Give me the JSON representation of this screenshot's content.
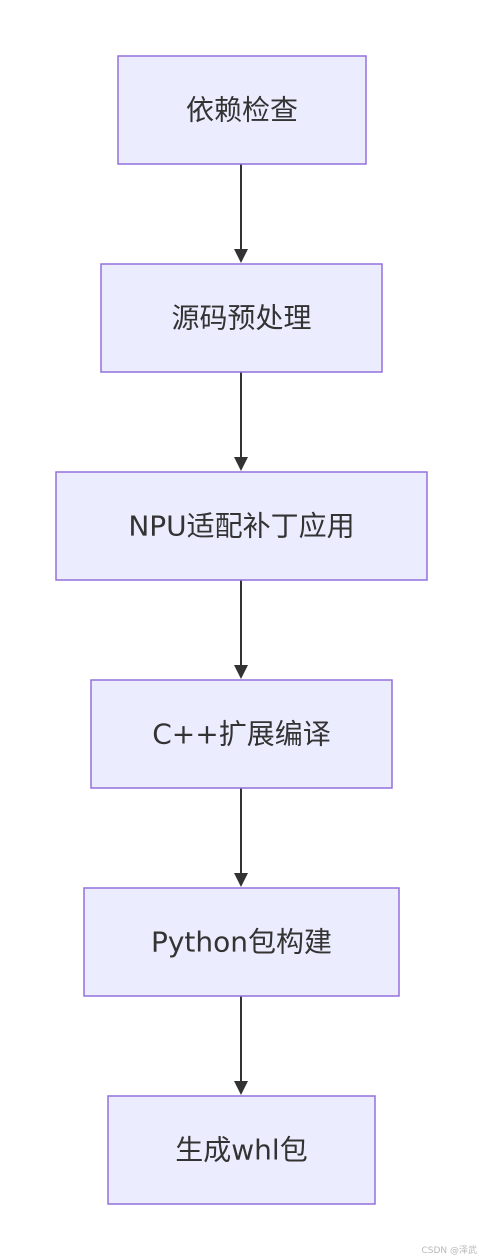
{
  "nodes": [
    {
      "label": "依赖检查"
    },
    {
      "label": "源码预处理"
    },
    {
      "label": "NPU适配补丁应用"
    },
    {
      "label": "C++扩展编译"
    },
    {
      "label": "Python包构建"
    },
    {
      "label": "生成whl包"
    }
  ],
  "edges": [
    {
      "from": 0,
      "to": 1
    },
    {
      "from": 1,
      "to": 2
    },
    {
      "from": 2,
      "to": 3
    },
    {
      "from": 3,
      "to": 4
    },
    {
      "from": 4,
      "to": 5
    }
  ],
  "colors": {
    "node_fill": "#ECECFF",
    "node_stroke": "#9370DB",
    "edge": "#333333",
    "text": "#333333"
  },
  "watermark": "CSDN @泽武"
}
